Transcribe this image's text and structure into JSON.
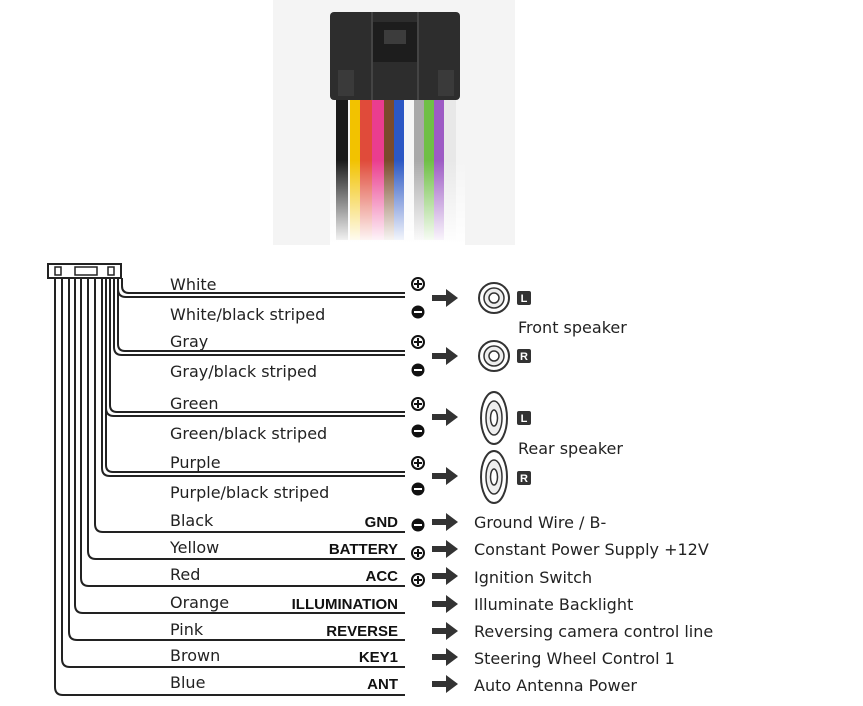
{
  "wires": [
    {
      "color_name": "White",
      "pair": "front-left",
      "pol": "+"
    },
    {
      "color_name": "White/black striped",
      "pair": "front-left",
      "pol": "-"
    },
    {
      "color_name": "Gray",
      "pair": "front-right",
      "pol": "+"
    },
    {
      "color_name": "Gray/black striped",
      "pair": "front-right",
      "pol": "-"
    },
    {
      "color_name": "Green",
      "pair": "rear-left",
      "pol": "+"
    },
    {
      "color_name": "Green/black striped",
      "pair": "rear-left",
      "pol": "-"
    },
    {
      "color_name": "Purple",
      "pair": "rear-right",
      "pol": "+"
    },
    {
      "color_name": "Purple/black striped",
      "pair": "rear-right",
      "pol": "-"
    }
  ],
  "speakers": [
    {
      "badge": "L",
      "kind": "front"
    },
    {
      "badge": "R",
      "kind": "front"
    },
    {
      "badge": "L",
      "kind": "rear"
    },
    {
      "badge": "R",
      "kind": "rear"
    }
  ],
  "speaker_groups": {
    "front": "Front speaker",
    "rear": "Rear speaker"
  },
  "functions": [
    {
      "color_name": "Black",
      "code": "GND",
      "pol": "-",
      "desc": "Ground Wire / B-"
    },
    {
      "color_name": "Yellow",
      "code": "BATTERY",
      "pol": "+",
      "desc": "Constant Power Supply +12V"
    },
    {
      "color_name": "Red",
      "code": "ACC",
      "pol": "+",
      "desc": "Ignition Switch"
    },
    {
      "color_name": "Orange",
      "code": "ILLUMINATION",
      "pol": "",
      "desc": "Illuminate Backlight"
    },
    {
      "color_name": "Pink",
      "code": "REVERSE",
      "pol": "",
      "desc": "Reversing camera control line"
    },
    {
      "color_name": "Brown",
      "code": "KEY1",
      "pol": "",
      "desc": "Steering Wheel Control 1"
    },
    {
      "color_name": "Blue",
      "code": "ANT",
      "pol": "",
      "desc": "Auto  Antenna Power"
    }
  ]
}
